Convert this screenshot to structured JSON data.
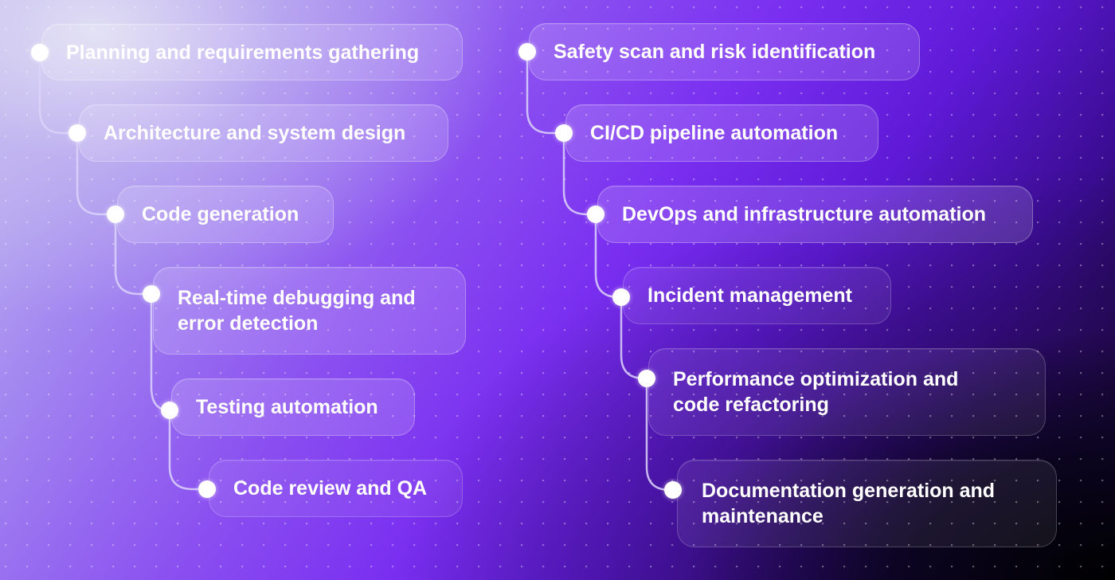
{
  "left_flow": {
    "items": [
      {
        "label": "Planning and requirements gathering"
      },
      {
        "label": "Architecture and system design"
      },
      {
        "label": "Code generation"
      },
      {
        "label": "Real-time debugging and error detection"
      },
      {
        "label": "Testing automation"
      },
      {
        "label": "Code review and QA"
      }
    ]
  },
  "right_flow": {
    "items": [
      {
        "label": "Safety scan and risk identification"
      },
      {
        "label": "CI/CD pipeline automation"
      },
      {
        "label": "DevOps and infrastructure automation"
      },
      {
        "label": "Incident management"
      },
      {
        "label": "Performance optimization and code refactoring"
      },
      {
        "label": "Documentation generation and maintenance"
      }
    ]
  },
  "colors": {
    "accent_purple": "#7a2ff0",
    "connector": "#d6cdf5",
    "pin": "#ffffff",
    "text": "#ffffff"
  }
}
